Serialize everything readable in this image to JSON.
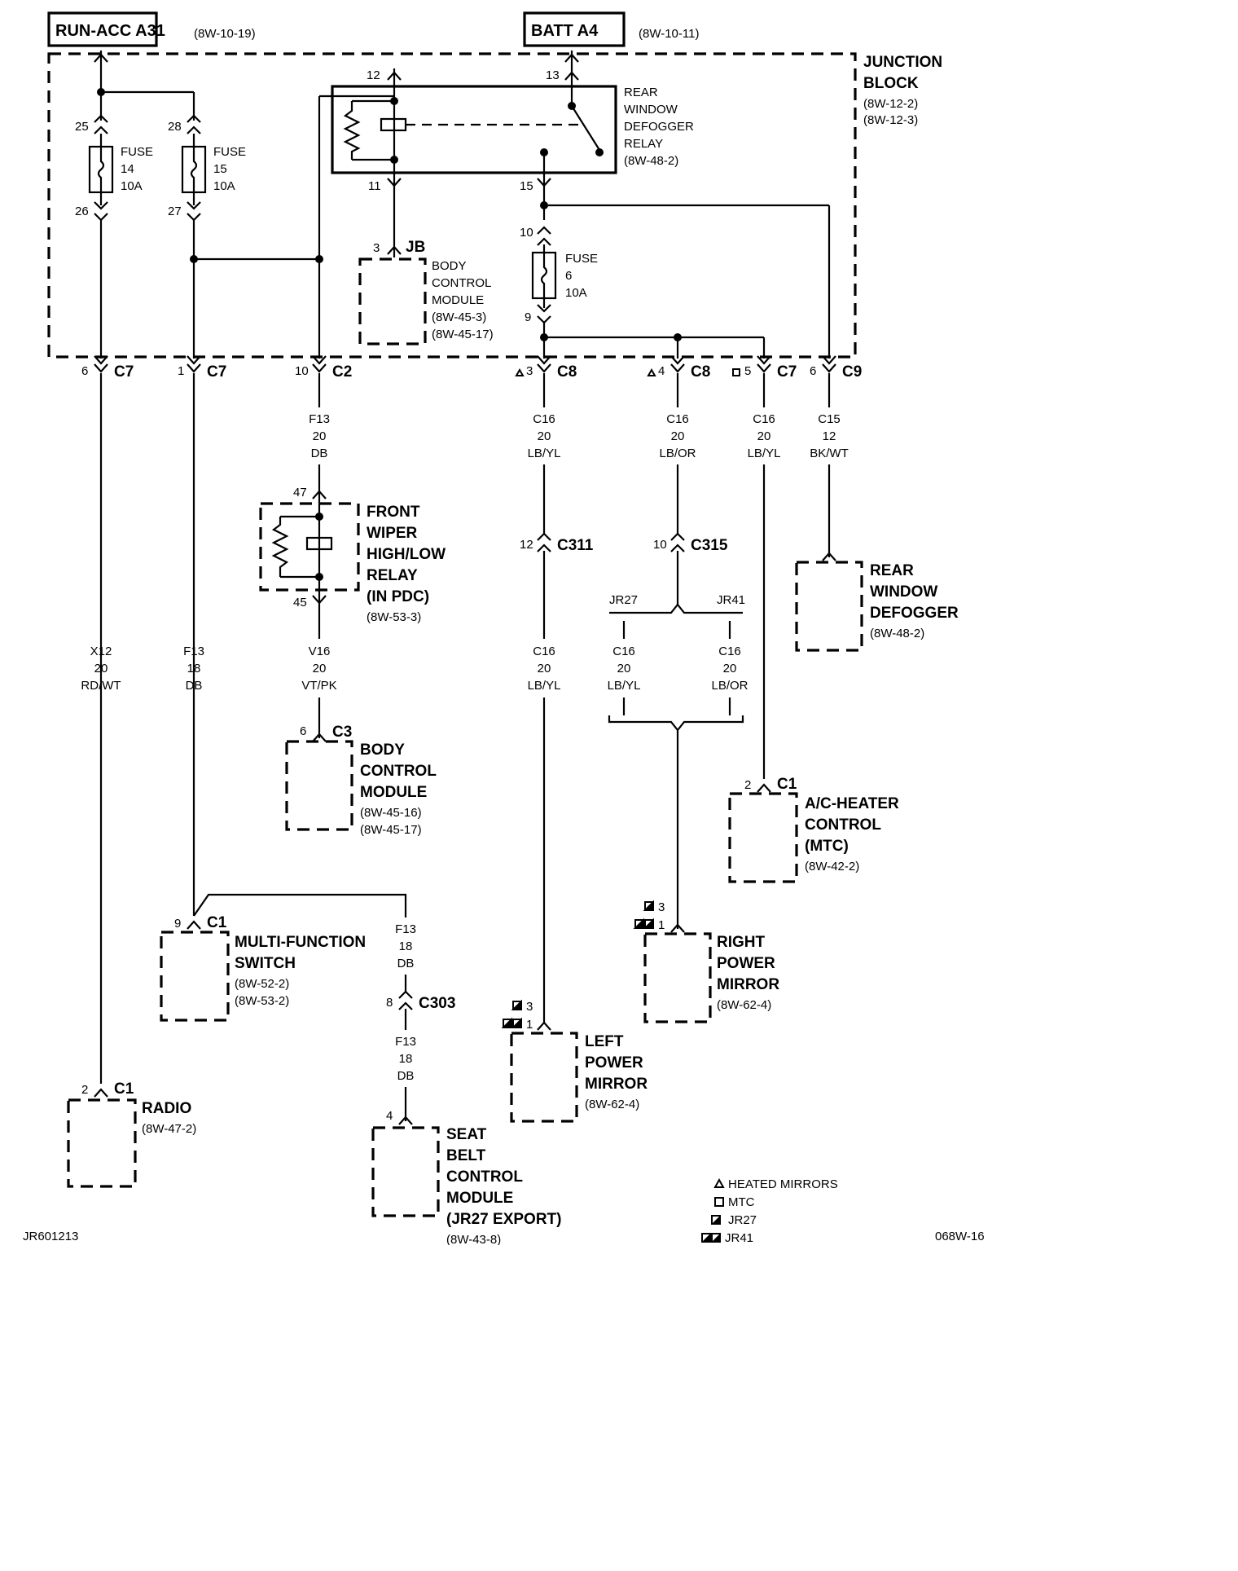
{
  "sources": {
    "run_acc": {
      "label": "RUN-ACC A31",
      "ref": "(8W-10-19)"
    },
    "batt": {
      "label": "BATT A4",
      "ref": "(8W-10-11)"
    }
  },
  "junction_block": {
    "line1": "JUNCTION",
    "line2": "BLOCK",
    "ref1": "(8W-12-2)",
    "ref2": "(8W-12-3)"
  },
  "relay_defogger": {
    "lines": [
      "REAR",
      "WINDOW",
      "DEFOGGER",
      "RELAY",
      "(8W-48-2)"
    ],
    "pins": {
      "p12": "12",
      "p13": "13",
      "p11": "11",
      "p15": "15"
    }
  },
  "fuses": {
    "f14": {
      "lines": [
        "FUSE",
        "14",
        "10A"
      ],
      "pin_in": "25",
      "pin_out": "26"
    },
    "f15": {
      "lines": [
        "FUSE",
        "15",
        "10A"
      ],
      "pin_in": "28",
      "pin_out": "27"
    },
    "f6": {
      "lines": [
        "FUSE",
        "6",
        "10A"
      ],
      "pin_in": "10",
      "pin_out": "9"
    }
  },
  "bcm_jb": {
    "pin": "3",
    "conn": "JB",
    "lines": [
      "BODY",
      "CONTROL",
      "MODULE",
      "(8W-45-3)",
      "(8W-45-17)"
    ]
  },
  "jb_connectors": [
    {
      "pin": "6",
      "conn": "C7"
    },
    {
      "pin": "1",
      "conn": "C7"
    },
    {
      "pin": "10",
      "conn": "C2"
    },
    {
      "pin": "3",
      "conn": "C8"
    },
    {
      "pin": "4",
      "conn": "C8"
    },
    {
      "pin": "5",
      "conn": "C7"
    },
    {
      "pin": "6",
      "conn": "C9"
    }
  ],
  "wires": {
    "f13_top": [
      "F13",
      "20",
      "DB"
    ],
    "c16_a": [
      "C16",
      "20",
      "LB/YL"
    ],
    "c16_b": [
      "C16",
      "20",
      "LB/OR"
    ],
    "c16_c": [
      "C16",
      "20",
      "LB/YL"
    ],
    "c15": [
      "C15",
      "12",
      "BK/WT"
    ],
    "x12": [
      "X12",
      "20",
      "RD/WT"
    ],
    "f13_18": [
      "F13",
      "18",
      "DB"
    ],
    "v16": [
      "V16",
      "20",
      "VT/PK"
    ],
    "c16_left_lower": [
      "C16",
      "20",
      "LB/YL"
    ],
    "c16_jr27": [
      "C16",
      "20",
      "LB/YL"
    ],
    "c16_jr41": [
      "C16",
      "20",
      "LB/OR"
    ],
    "f13_seat_a": [
      "F13",
      "18",
      "DB"
    ],
    "f13_seat_b": [
      "F13",
      "18",
      "DB"
    ]
  },
  "inline": {
    "c311": {
      "pin": "12",
      "conn": "C311"
    },
    "c315": {
      "pin": "10",
      "conn": "C315"
    },
    "c303": {
      "pin": "8",
      "conn": "C303"
    }
  },
  "splice": {
    "jr27": "JR27",
    "jr41": "JR41"
  },
  "wiper_relay": {
    "pin_top": "47",
    "pin_bottom": "45",
    "lines": [
      "FRONT",
      "WIPER",
      "HIGH/LOW",
      "RELAY",
      "(IN PDC)"
    ],
    "ref": "(8W-53-3)"
  },
  "components": {
    "bcm2": {
      "pin": "6",
      "conn": "C3",
      "lines": [
        "BODY",
        "CONTROL",
        "MODULE"
      ],
      "refs": [
        "(8W-45-16)",
        "(8W-45-17)"
      ]
    },
    "rear_defogger": {
      "lines": [
        "REAR",
        "WINDOW",
        "DEFOGGER"
      ],
      "refs": [
        "(8W-48-2)"
      ]
    },
    "ac_heater": {
      "pin": "2",
      "conn": "C1",
      "lines": [
        "A/C-HEATER",
        "CONTROL",
        "(MTC)"
      ],
      "refs": [
        "(8W-42-2)"
      ]
    },
    "mfs": {
      "pin": "9",
      "conn": "C1",
      "lines": [
        "MULTI-FUNCTION",
        "SWITCH"
      ],
      "refs": [
        "(8W-52-2)",
        "(8W-53-2)"
      ]
    },
    "right_mirror": {
      "pin_a": "3",
      "pin_b": "1",
      "lines": [
        "RIGHT",
        "POWER",
        "MIRROR"
      ],
      "refs": [
        "(8W-62-4)"
      ]
    },
    "left_mirror": {
      "pin_a": "3",
      "pin_b": "1",
      "lines": [
        "LEFT",
        "POWER",
        "MIRROR"
      ],
      "refs": [
        "(8W-62-4)"
      ]
    },
    "radio": {
      "pin": "2",
      "conn": "C1",
      "lines": [
        "RADIO"
      ],
      "refs": [
        "(8W-47-2)"
      ]
    },
    "seat_belt": {
      "pin": "4",
      "lines": [
        "SEAT",
        "BELT",
        "CONTROL",
        "MODULE",
        "(JR27 EXPORT)"
      ],
      "refs": [
        "(8W-43-8)"
      ]
    }
  },
  "legend": [
    {
      "symbol": "triangle",
      "label": "HEATED MIRRORS"
    },
    {
      "symbol": "square",
      "label": "MTC"
    },
    {
      "symbol": "half-square",
      "label": "JR27"
    },
    {
      "symbol": "double-half-square",
      "label": "JR41"
    }
  ],
  "footer": {
    "left": "JR601213",
    "right": "068W-16"
  }
}
